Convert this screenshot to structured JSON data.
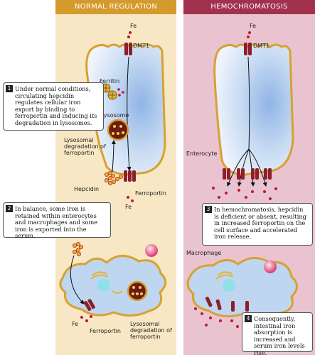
{
  "headers": {
    "normal": "NORMAL REGULATION",
    "hemo": "HEMOCHROMATOSIS"
  },
  "labels": {
    "fe_top_left": "Fe",
    "dmt1_left": "DMT1",
    "fe_top_right": "Fe",
    "dmt1_right": "DMT1",
    "ferritin": "Ferritin",
    "lysosome": "Lysosome",
    "lyso_deg_1": "Lysosomal degradation of ferroportin",
    "hepcidin": "Hepcidin",
    "ferroportin_1": "Ferroportin",
    "fe_bottom": "Fe",
    "enterocyte": "Enterocyte",
    "macrophage": "Macrophage",
    "fe_mac": "Fe",
    "ferroportin_2": "Ferroportin",
    "lyso_deg_2": "Lysosomal degradation of ferroportin"
  },
  "notes": [
    {
      "num": "1",
      "text": "Under normal conditions, circulating hepcidin regulates cellular iron export by binding to ferroportin and inducing its degradation in lysosomes."
    },
    {
      "num": "2",
      "text": "In balance, some iron is retained within enterocytes and macrophages and some iron is exported into the serum."
    },
    {
      "num": "3",
      "text": "In hemochromatosis, hepcidin is deficient or absent, resulting in increased ferroportin on the cell surface and accelerated iron release."
    },
    {
      "num": "4",
      "text": "Consequently, intestinal iron absorption is increased and serum iron levels rise."
    }
  ],
  "colors": {
    "panel_normal": "#f7e7c4",
    "panel_hemo": "#e9c3cf",
    "header_normal": "#d49a2b",
    "header_hemo": "#a2314e",
    "cell_membrane": "#d8a12f",
    "cell_fill": "#c9dcf3",
    "ferroportin": "#8e1f2a",
    "iron": "#c0182a"
  }
}
